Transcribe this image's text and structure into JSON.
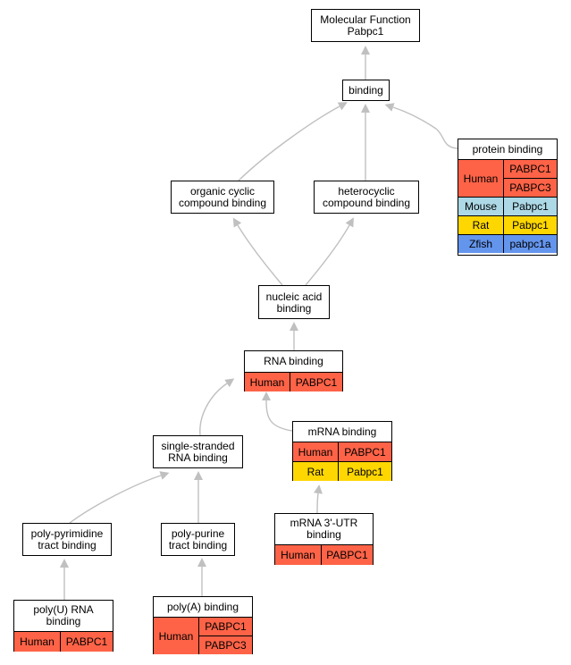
{
  "colors": {
    "Human": "#ff6347",
    "Mouse": "#add8e6",
    "Rat": "#ffd700",
    "Zfish": "#6495ed",
    "edge": "#c0c0c0"
  },
  "nodes": {
    "mf": {
      "l1": "Molecular Function",
      "l2": "Pabpc1",
      "rows": []
    },
    "bind": {
      "l1": "binding",
      "l2": "",
      "rows": []
    },
    "prot": {
      "l1": "protein binding",
      "l2": "",
      "rows": [
        {
          "sp": "Human",
          "genes": [
            "PABPC1",
            "PABPC3"
          ]
        },
        {
          "sp": "Mouse",
          "genes": [
            "Pabpc1"
          ]
        },
        {
          "sp": "Rat",
          "genes": [
            "Pabpc1"
          ]
        },
        {
          "sp": "Zfish",
          "genes": [
            "pabpc1a"
          ]
        }
      ]
    },
    "occ": {
      "l1": "organic cyclic",
      "l2": "compound binding",
      "rows": []
    },
    "het": {
      "l1": "heterocyclic",
      "l2": "compound binding",
      "rows": []
    },
    "nuc": {
      "l1": "nucleic acid",
      "l2": "binding",
      "rows": []
    },
    "rna": {
      "l1": "RNA binding",
      "l2": "",
      "rows": [
        {
          "sp": "Human",
          "genes": [
            "PABPC1"
          ]
        }
      ]
    },
    "ssrna": {
      "l1": "single-stranded",
      "l2": "RNA binding",
      "rows": []
    },
    "mrna": {
      "l1": "mRNA binding",
      "l2": "",
      "rows": [
        {
          "sp": "Human",
          "genes": [
            "PABPC1"
          ]
        },
        {
          "sp": "Rat",
          "genes": [
            "Pabpc1"
          ]
        }
      ]
    },
    "ppyr": {
      "l1": "poly-pyrimidine",
      "l2": "tract binding",
      "rows": []
    },
    "ppur": {
      "l1": "poly-purine",
      "l2": "tract binding",
      "rows": []
    },
    "utr": {
      "l1": "mRNA 3'-UTR",
      "l2": "binding",
      "rows": [
        {
          "sp": "Human",
          "genes": [
            "PABPC1"
          ]
        }
      ]
    },
    "polyu": {
      "l1": "poly(U) RNA",
      "l2": "binding",
      "rows": [
        {
          "sp": "Human",
          "genes": [
            "PABPC1"
          ]
        }
      ]
    },
    "polya": {
      "l1": "poly(A) binding",
      "l2": "",
      "rows": [
        {
          "sp": "Human",
          "genes": [
            "PABPC1",
            "PABPC3"
          ]
        }
      ]
    }
  },
  "edges": [
    {
      "from": "bind",
      "to": "mf"
    },
    {
      "from": "prot",
      "to": "bind"
    },
    {
      "from": "occ",
      "to": "bind"
    },
    {
      "from": "het",
      "to": "bind"
    },
    {
      "from": "nuc",
      "to": "occ"
    },
    {
      "from": "nuc",
      "to": "het"
    },
    {
      "from": "rna",
      "to": "nuc"
    },
    {
      "from": "ssrna",
      "to": "rna"
    },
    {
      "from": "mrna",
      "to": "rna"
    },
    {
      "from": "ppyr",
      "to": "ssrna"
    },
    {
      "from": "ppur",
      "to": "ssrna"
    },
    {
      "from": "utr",
      "to": "mrna"
    },
    {
      "from": "polyu",
      "to": "ppyr"
    },
    {
      "from": "polya",
      "to": "ppur"
    }
  ]
}
